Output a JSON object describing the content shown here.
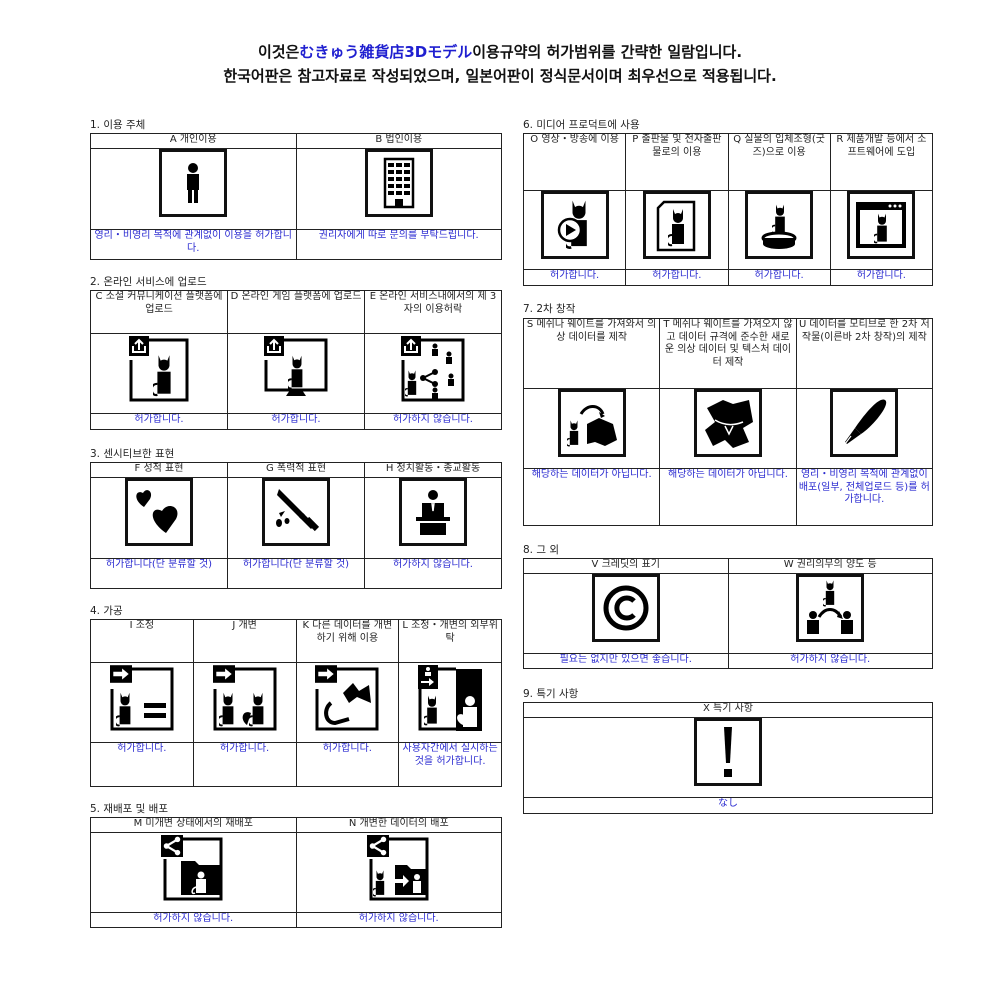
{
  "title": {
    "line1_pre": "이것은",
    "line1_accent": "むきゅう雑貨店3Dモデル",
    "line1_post": "이용규약의 허가범위를 간략한 일람입니다.",
    "line2": "한국어판은 참고자료로 작성되었으며, 일본어판이 정식문서이며 최우선으로 적용됩니다.",
    "accent_color": "#1f1fd0"
  },
  "colors": {
    "status_text": "#2a2ad0",
    "border": "#222222",
    "text": "#111111"
  },
  "sections": [
    {
      "label": "1. 이용 주체",
      "items": [
        {
          "header": "A 개인이용",
          "icon": "person-icon",
          "status": "영리・비영리 목적에 관계없이 이용을 허가합니다."
        },
        {
          "header": "B 법인이용",
          "icon": "building-icon",
          "status": "권리자에게 따로 문의를 부탁드립니다."
        }
      ]
    },
    {
      "label": "2. 온라인 서비스에 업로드",
      "items": [
        {
          "header": "C 소셜 커뮤니케이션 플랫폼에 업로드",
          "icon": "upload-social-icon",
          "status": "허가합니다."
        },
        {
          "header": "D 온라인 게임 플랫폼에 업로드",
          "icon": "upload-game-icon",
          "status": "허가합니다."
        },
        {
          "header": "E 온라인 서비스내에서의 제 3자의 이용허락",
          "icon": "upload-share-third-party-icon",
          "status": "허가하지 않습니다."
        }
      ]
    },
    {
      "label": "3. 센시티브한 표현",
      "items": [
        {
          "header": "F 성적 표현",
          "icon": "hearts-icon",
          "status": "허가합니다(단 분류할 것)"
        },
        {
          "header": "G 폭력적 표현",
          "icon": "knife-icon",
          "status": "허가합니다(단 분류할 것)"
        },
        {
          "header": "H 정치활동・종교활동",
          "icon": "podium-speaker-icon",
          "status": "허가하지 않습니다."
        }
      ]
    },
    {
      "label": "4. 가공",
      "items": [
        {
          "header": "I 조정",
          "icon": "adjust-equal-icon",
          "status": "허가합니다."
        },
        {
          "header": "J 개변",
          "icon": "modify-icon",
          "status": "허가합니다."
        },
        {
          "header": "K 다른 데이터를 개변하기 위해 이용",
          "icon": "parts-reuse-icon",
          "status": "허가합니다."
        },
        {
          "header": "L 조정・개변의 외부위탁",
          "icon": "outsource-icon",
          "status": "사용자간에서 실시하는 것을 허가합니다."
        }
      ]
    },
    {
      "label": "5. 재배포 및 배포",
      "items": [
        {
          "header": "M 미개변 상태에서의 재배포",
          "icon": "share-folder-icon",
          "status": "허가하지 않습니다."
        },
        {
          "header": "N 개변한 데이터의 배포",
          "icon": "share-modified-icon",
          "status": "허가하지 않습니다."
        }
      ]
    },
    {
      "label": "6. 미디어 프로덕트에 사용",
      "items": [
        {
          "header": "O 영상・방송에 이용",
          "icon": "video-play-icon",
          "status": "허가합니다."
        },
        {
          "header": "P 출판물 및 전자출판물로의 이용",
          "icon": "publication-icon",
          "status": "허가합니다."
        },
        {
          "header": "Q 실물의 입체조형(굿즈)으로 이용",
          "icon": "figure-icon",
          "status": "허가합니다."
        },
        {
          "header": "R 제품개발 등에서 소프트웨어에 도입",
          "icon": "software-window-icon",
          "status": "허가합니다."
        }
      ]
    },
    {
      "label": "7. 2차 창작",
      "items": [
        {
          "header": "S 메쉬나 웨이트를 가져와서 의상 데이터를 제작",
          "icon": "clothing-transfer-icon",
          "status": "해당하는 데이터가 아닙니다."
        },
        {
          "header": "T 메쉬나 웨이트를 가져오지 않고 데이터 규격에 준수한 새로운 의상 데이터 및 텍스처 데이터 제작",
          "icon": "clothing-icon",
          "status": "해당하는 데이터가 아닙니다."
        },
        {
          "header": "U 데이터를 모티브로 한 2차 저작물(이른바 2차 창작)의 제작",
          "icon": "pen-nib-icon",
          "status": "영리・비영리 목적에 관계없이 배포(일부, 전체업로드 등)를 허가합니다."
        }
      ]
    },
    {
      "label": "8. 그 외",
      "items": [
        {
          "header": "V 크레딧의 표기",
          "icon": "copyright-icon",
          "status": "필요는 없지만 있으면 좋습니다."
        },
        {
          "header": "W 권리의무의 양도 등",
          "icon": "transfer-rights-icon",
          "status": "허가하지 않습니다."
        }
      ]
    },
    {
      "label": "9. 특기 사항",
      "items": [
        {
          "header": "X 특기 사항",
          "icon": "exclamation-icon",
          "status": "なし"
        }
      ]
    }
  ]
}
